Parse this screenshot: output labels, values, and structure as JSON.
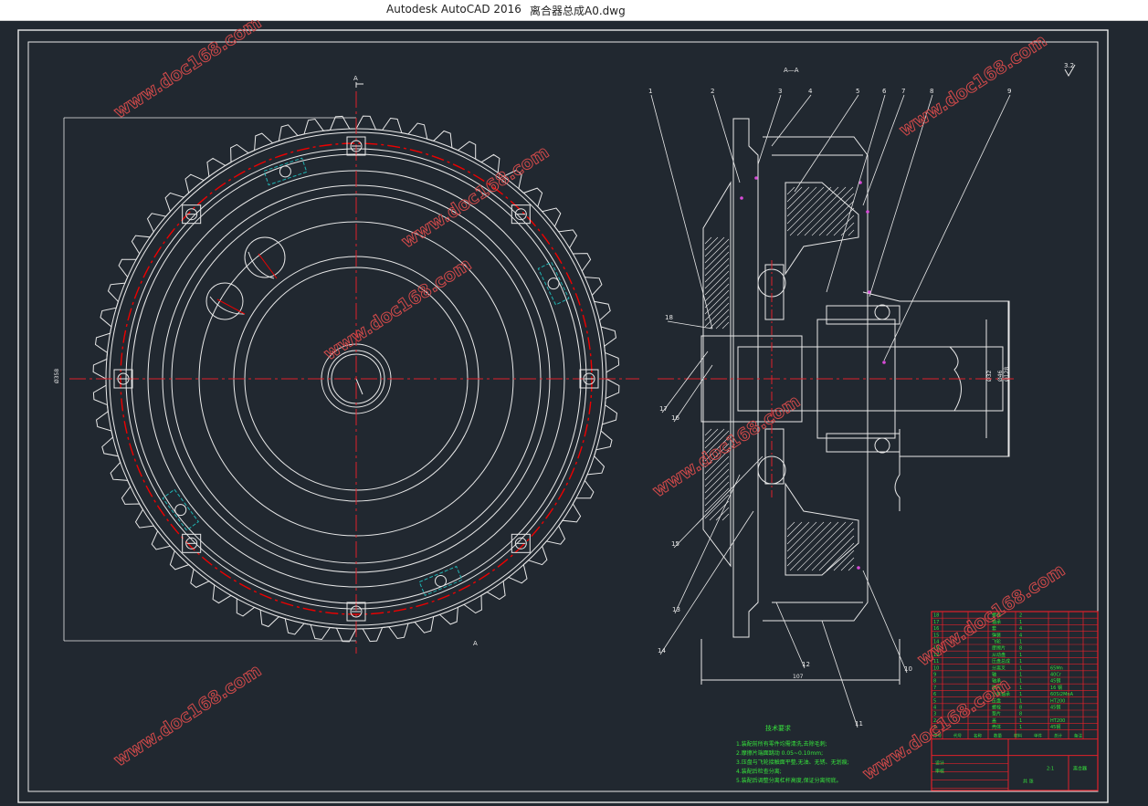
{
  "window": {
    "app_name": "Autodesk AutoCAD 2016",
    "file_name": "离合器总成A0.dwg"
  },
  "drawing": {
    "section_label": "A—A",
    "view_marker_top": "A",
    "view_marker_bottom": "A",
    "roughness": "3.2",
    "dim_left_vertical": "Ø358",
    "dim_bottom": "107",
    "dim_right": [
      "Ø32",
      "Ø46",
      "Ø128"
    ],
    "balloons": [
      "1",
      "2",
      "3",
      "4",
      "5",
      "6",
      "7",
      "8",
      "9",
      "10",
      "11",
      "12",
      "13",
      "14",
      "15",
      "16",
      "17",
      "18"
    ]
  },
  "notes": {
    "title": "技术要求",
    "lines": [
      "1.装配前所有零件均需清洗,去除毛刺;",
      "2.摩擦片端面跳动 0.05~0.10mm;",
      "3.压盘与飞轮接触面平整,无油、无锈、无划痕;",
      "4.装配后检查分离;",
      "5.装配后调整分离杠杆高度,保证分离彻底。"
    ]
  },
  "bom": {
    "rows": [
      {
        "no": "18",
        "name": "螺栓",
        "qty": "2",
        "mat": ""
      },
      {
        "no": "17",
        "name": "轴承",
        "qty": "1",
        "mat": ""
      },
      {
        "no": "16",
        "name": "套",
        "qty": "4",
        "mat": ""
      },
      {
        "no": "15",
        "name": "弹簧",
        "qty": "4",
        "mat": ""
      },
      {
        "no": "14",
        "name": "飞轮",
        "qty": "1",
        "mat": ""
      },
      {
        "no": "13",
        "name": "摩擦片",
        "qty": "8",
        "mat": ""
      },
      {
        "no": "12",
        "name": "从动盘",
        "qty": "1",
        "mat": ""
      },
      {
        "no": "11",
        "name": "压盘总成",
        "qty": "1",
        "mat": ""
      },
      {
        "no": "10",
        "name": "分离叉",
        "qty": "1",
        "mat": "65Mn"
      },
      {
        "no": "9",
        "name": "轴",
        "qty": "1",
        "mat": "40Cr"
      },
      {
        "no": "8",
        "name": "轴承",
        "qty": "1",
        "mat": "45钢"
      },
      {
        "no": "7",
        "name": "膜片",
        "qty": "1",
        "mat": "16 钢"
      },
      {
        "no": "6",
        "name": "分离轴承",
        "qty": "1",
        "mat": "60Si2MnA"
      },
      {
        "no": "5",
        "name": "压盘",
        "qty": "1",
        "mat": "HT200"
      },
      {
        "no": "4",
        "name": "螺栓",
        "qty": "8",
        "mat": "45钢"
      },
      {
        "no": "3",
        "name": "垫片",
        "qty": "8",
        "mat": ""
      },
      {
        "no": "2",
        "name": "盖",
        "qty": "1",
        "mat": "HT200"
      },
      {
        "no": "1",
        "name": "壳体",
        "qty": "1",
        "mat": "45钢"
      }
    ],
    "header": [
      "序号",
      "代号",
      "名称",
      "数量",
      "材料",
      "单件",
      "总计",
      "备注"
    ],
    "title_block": {
      "drawing_name": "离合器",
      "scale": "2:1",
      "sheet": "共 张",
      "designer": "设计",
      "checker": "审核"
    }
  },
  "watermarks": [
    "www.doc168.com",
    "www.doc168.com",
    "www.doc168.com",
    "www.doc168.com",
    "www.doc168.com",
    "www.doc168.com",
    "www.doc168.com",
    "www.doc168.com"
  ],
  "colors": {
    "bg": "#212830",
    "white": "#e9e9e9",
    "red": "#e0202a",
    "cyan": "#1fb3b3",
    "green": "#36e33c",
    "magenta": "#d84bd8",
    "watermark": "#d24a4a"
  }
}
